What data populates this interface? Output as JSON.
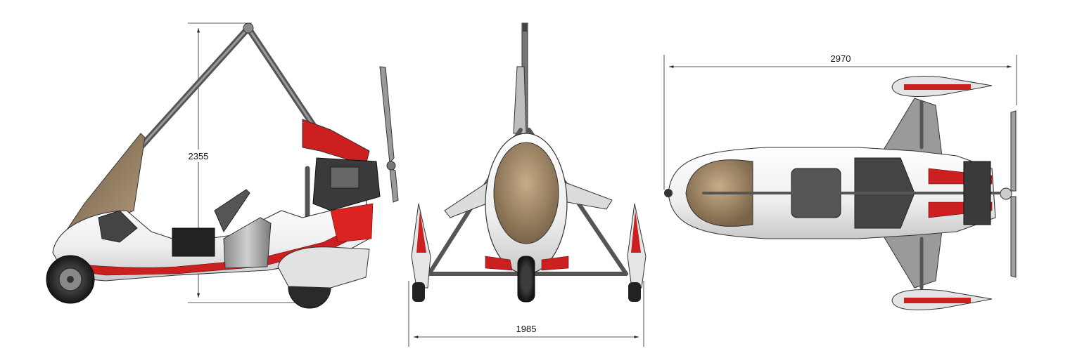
{
  "drawing": {
    "views": [
      {
        "name": "side-view",
        "dimension": {
          "label": "2355",
          "orientation": "vertical"
        }
      },
      {
        "name": "front-view",
        "dimension": {
          "label": "1985",
          "orientation": "horizontal"
        }
      },
      {
        "name": "top-view",
        "dimension": {
          "label": "2970",
          "orientation": "horizontal"
        }
      }
    ],
    "colors": {
      "fairing_white": "#f4f4f4",
      "accent_red": "#cc1f1f",
      "frame_grey": "#6e6e6e",
      "windscreen_tint": "#8f7a5f",
      "tyre_black": "#2a2a2a"
    }
  }
}
